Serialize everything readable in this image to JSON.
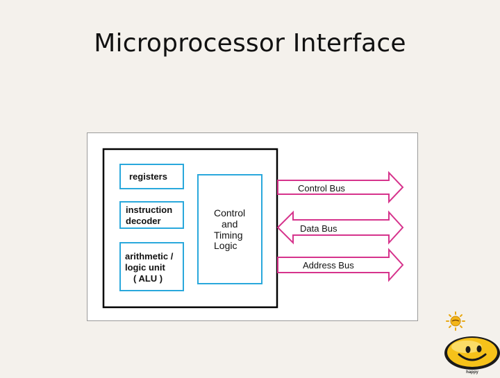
{
  "slide": {
    "title": "Microprocessor Interface"
  },
  "diagram": {
    "blocks": {
      "registers": [
        "registers"
      ],
      "instruction_decoder": [
        "instruction",
        "decoder"
      ],
      "alu": [
        "arithmetic /",
        "logic unit",
        "( ALU )"
      ],
      "control_timing": [
        "Control",
        "and",
        "Timing",
        "Logic"
      ]
    },
    "buses": {
      "control": "Control Bus",
      "data": "Data Bus",
      "address": "Address Bus"
    },
    "colors": {
      "block_border": "#29a8dc",
      "bus_arrow": "#d6338c",
      "outer_border": "#000000",
      "text": "#111111"
    }
  },
  "mascot": {
    "caption": "happy"
  }
}
